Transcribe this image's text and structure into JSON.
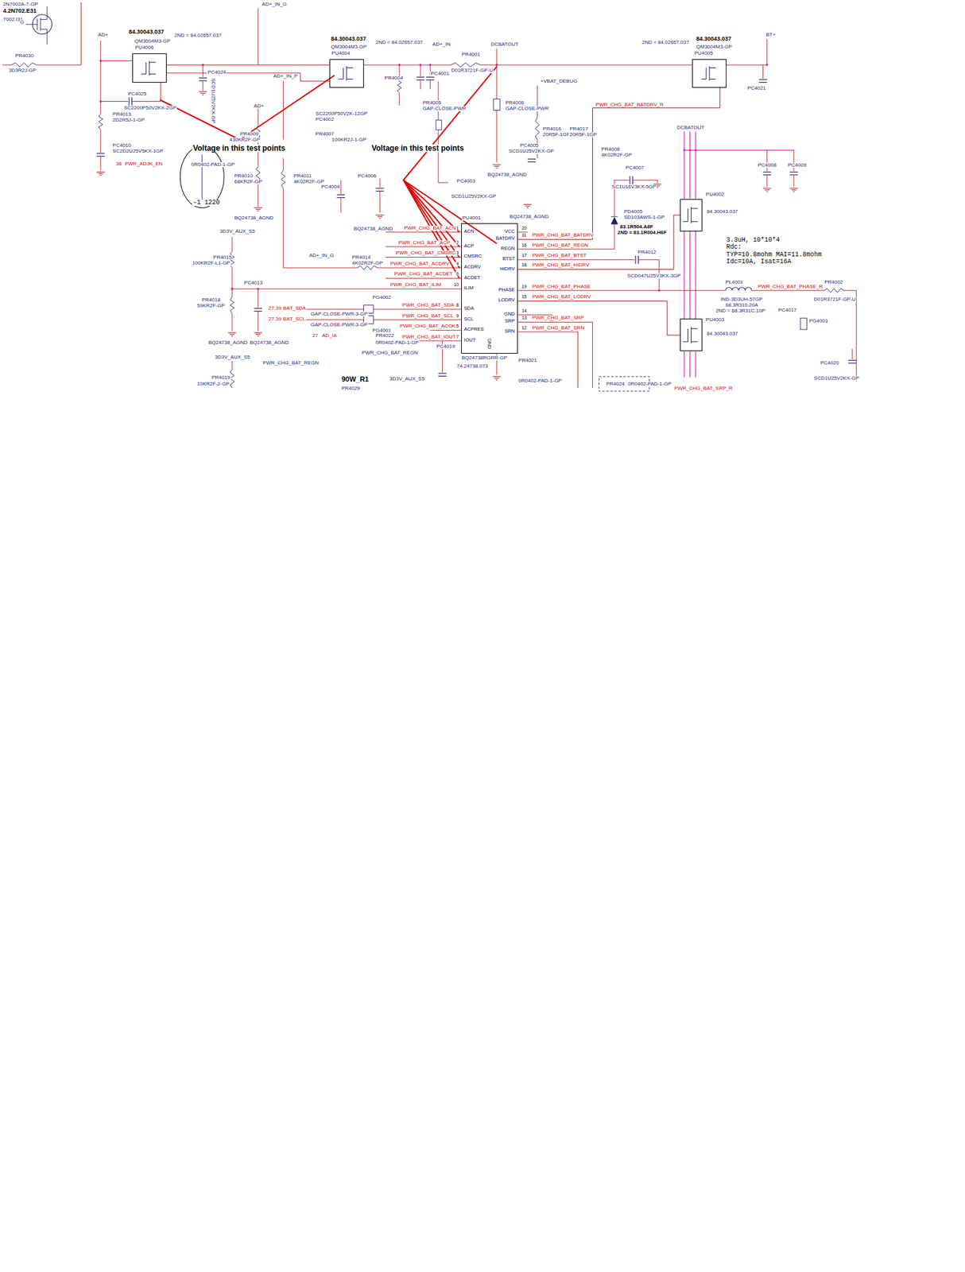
{
  "diagram": {
    "nodes": [
      {
        "text": [
          "PU4006"
        ]
      },
      {
        "text": [
          "PU4004"
        ]
      },
      {
        "text": [
          "PU4005"
        ]
      },
      {
        "text": [
          "PU4001"
        ]
      },
      {
        "text": [
          "PU4002"
        ]
      },
      {
        "text": [
          "PU4003"
        ]
      }
    ],
    "edges": [
      {
        "from": 0,
        "to": 1,
        "arrow": "none"
      },
      {
        "from": 3,
        "to": 2,
        "arrow": "none"
      },
      {
        "from": 3,
        "to": 4,
        "arrow": "none"
      },
      {
        "from": 3,
        "to": 5,
        "arrow": "none"
      }
    ],
    "labels": [
      "2N7002A-7-GP",
      "4.2N702.E31",
      "7002.I31",
      "PR4030",
      "3D3R2J-GP",
      "AD+_IN_G",
      "AD+",
      "84.30043.037",
      "2ND = 84.02657.037",
      "QM3004M3-GP",
      "PC4024",
      "SCD1U25V2KX-GP",
      "PC4025",
      "SC2200P50V2KX-2GP",
      "PR4013",
      "2D2R5J-1-GP",
      "PC4010",
      "SC2D2U25V5KX-1GP",
      "AD+_IN_P",
      "AD+",
      "PR4009",
      "430KR2F-GP",
      "Voltage in this test points",
      "38",
      "PWR_ADJK_EN",
      "0R0402-PAD-1-GP",
      "PR4010",
      "68KR2F-GP",
      "-1 1220",
      "BQ24738_AGND",
      "84.30043.037",
      "2ND = 84.02657.037",
      "QM3004M3-GP",
      "PR4004",
      "PC4001",
      "AD+_IN",
      "PR4001",
      "D01R3721F-GP-U",
      "DCBATOUT",
      "PR4005",
      "GAP-CLOSE-PWR",
      "PR4006",
      "GAP-CLOSE-PWR",
      "SC2200P50V2K-12GP",
      "PC4002",
      "PR4007",
      "100KR2J-1-GP",
      "Voltage in this test points",
      "PR4011",
      "4K02R2F-GP",
      "PC4006",
      "PC4004",
      "PC4003",
      "SCD1U25V2KX-GP",
      "BQ24738_AGND",
      "BQ24738_AGND",
      "BQ24738_AGND",
      "+VBAT_DEBUG",
      "PR4016",
      "20R5F-1GP",
      "PR4017",
      "20R5F-1GP",
      "PC4005",
      "SCD1U25V2KX-GP",
      "PWR_CHG_BAT_BATDRV_R",
      "PR4008",
      "4K02R2F-GP",
      "DCBATOUT",
      "84.30043.037",
      "2ND = 84.02657.037",
      "QM3004M3-GP",
      "BT+",
      "PC4021",
      "PC4007",
      "SC1U16V3KX-5GP",
      "PC4008",
      "PC4009",
      "84.30043.037",
      "PD4005",
      "SD103AWS-1-GP",
      "83.1R504.A8F",
      "2ND = 83.1R004.H6F",
      "3.3uH, 10*10*4",
      "Rdc:",
      "TYP=10.8mohm MAI=11.8mohm",
      "Idc=10A, Isat=16A",
      "PR4012",
      "SCD047U25V3KX-3GP",
      "PL4001",
      "IND-3D3UH-57GP",
      "68.3R310.20A",
      "2ND = 68.3R31C.10P",
      "PR4002",
      "D01R3721F-GP-U",
      "PWR_CHG_BAT_PHASE_R",
      "84.30043.037",
      "PC4017",
      "PG4003",
      "PC4020",
      "SCD1U25V2KX-GP",
      "PWR_CHG_BAT_SRP_R",
      "ACN",
      "ACP",
      "CMSRC",
      "ACDRV",
      "ACDET",
      "ILIM",
      "SDA",
      "SCL",
      "ACPRES",
      "IOUT",
      "VCC",
      "BATDRV",
      "REGN",
      "BTST",
      "HIDRV",
      "PHASE",
      "LODRV",
      "GND",
      "SRP",
      "SRN",
      "1",
      "2",
      "3",
      "4",
      "6",
      "10",
      "8",
      "9",
      "5",
      "7",
      "20",
      "11",
      "16",
      "17",
      "18",
      "19",
      "15",
      "14",
      "13",
      "12",
      "PWR_CHG_BAT_BATDRV",
      "PWR_CHG_BAT_REGN",
      "PWR_CHG_BAT_BTST",
      "PWR_CHG_BAT_HIDRV",
      "PWR_CHG_BAT_PHASE",
      "PWR_CHG_BAT_LODRV",
      "PWR_CHG_BAT_SRP",
      "PWR_CHG_BAT_SRN",
      "PWR_CHG_BAT_ACN",
      "PWR_CHG_BAT_ACP",
      "PWR_CHG_BAT_CMSRC",
      "PWR_CHG_BAT_ACDRV",
      "PWR_CHG_BAT_ACDET",
      "PWR_CHG_BAT_ILIM",
      "PWR_CHG_BAT_SDA",
      "PWR_CHG_BAT_SCL",
      "PWR_CHG_BAT_ACOK",
      "PWR_CHG_BAT_IOUT",
      "GND",
      "BQ24738RGRR-GP",
      "74.24738.073",
      "AD+_IN_G",
      "PR4014",
      "4K02R2F-GP",
      "3D3V_AUX_S5",
      "PR4015",
      "100KR2F-L1-GP",
      "PC4013",
      "PR4018",
      "59KR2F-GP",
      "BQ24738_AGND",
      "BQ24738_AGND",
      "27,39",
      "BAT_SDA",
      "27,39",
      "BAT_SCL",
      "PG4002",
      "GAP-CLOSE-PWR-3-GP",
      "GAP-CLOSE-PWR-3-GP",
      "PG4001",
      "27",
      "AD_IA",
      "PR4022",
      "0R0402-PAD-1-GP",
      "PC4019",
      "3D3V_AUX_S5",
      "PWR_CHG_BAT_REGN",
      "PWR_CHG_BAT_REGN",
      "PR4019",
      "10KR2F-2-GP",
      "90W_R1",
      "PR4029",
      "3D3V_AUX_S5",
      "PR4021",
      "0R0402-PAD-1-GP",
      "PR4024",
      "0R0402-PAD-1-GP",
      "G"
    ]
  }
}
